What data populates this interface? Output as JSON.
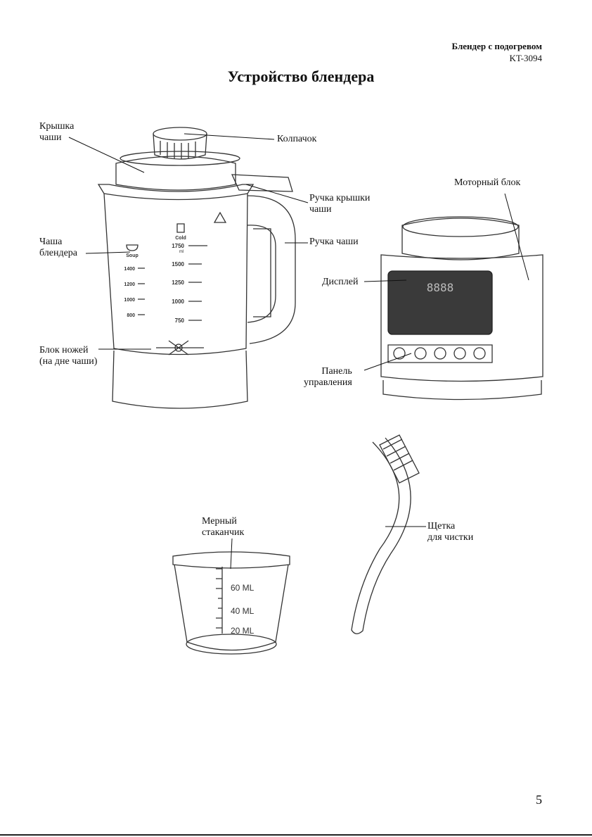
{
  "header": {
    "product": "Блендер с подогревом",
    "model": "KT-3094"
  },
  "title": "Устройство блендера",
  "labels": {
    "lid_l1": "Крышка",
    "lid_l2": "чаши",
    "cap": "Колпачок",
    "lid_handle_l1": "Ручка крышки",
    "lid_handle_l2": "чаши",
    "jar_handle": "Ручка чаши",
    "jar_l1": "Чаша",
    "jar_l2": "блендера",
    "blades_l1": "Блок ножей",
    "blades_l2": "(на дне чаши)",
    "motor": "Моторный блок",
    "display": "Дисплей",
    "panel_l1": "Панель",
    "panel_l2": "управления",
    "cup_l1": "Мерный",
    "cup_l2": "стаканчик",
    "brush_l1": "Щетка",
    "brush_l2": "для чистки"
  },
  "jar_marks": {
    "cold": "Cold",
    "soup": "Soup",
    "right_scale": [
      "1750",
      "1500",
      "1250",
      "1000",
      "750"
    ],
    "left_scale": [
      "1400",
      "1200",
      "1000",
      "800"
    ],
    "unit": "ml"
  },
  "display_digits": "8888",
  "cup_marks": [
    "60 ML",
    "40 ML",
    "20 ML"
  ],
  "page_number": "5"
}
